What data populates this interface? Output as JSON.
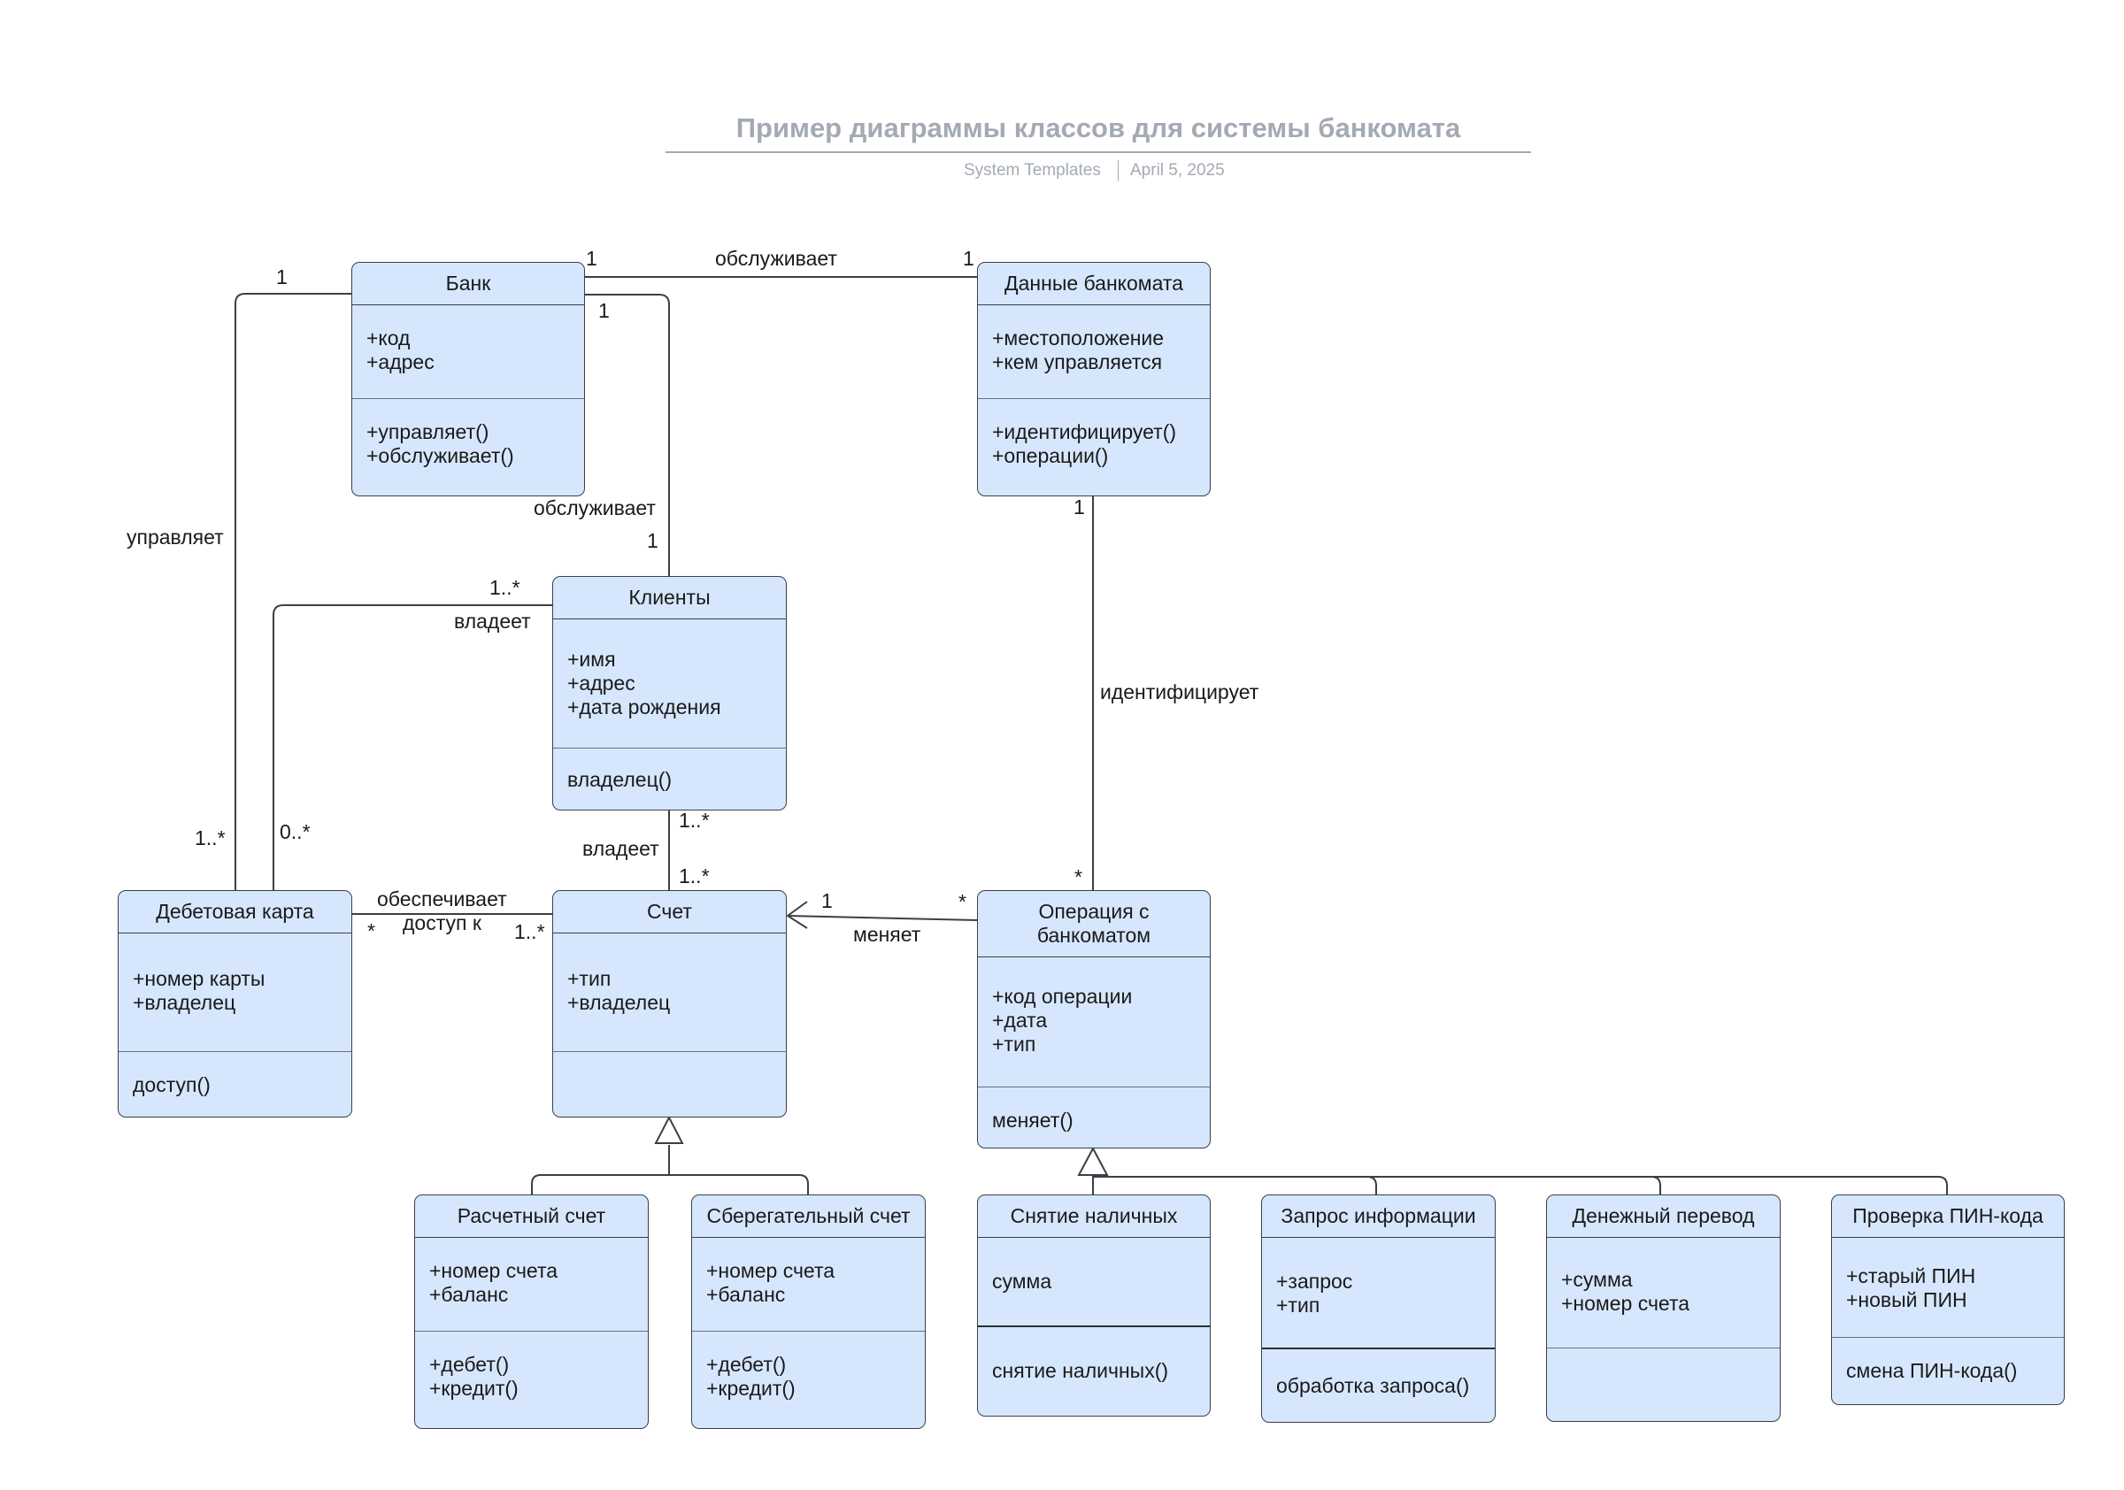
{
  "title": "Пример диаграммы классов для системы банкомата",
  "author": "System Templates",
  "date": "April 5, 2025",
  "classes": {
    "bank": {
      "name": "Банк",
      "attributes": [
        "+код",
        "+адрес"
      ],
      "methods": [
        "+управляет()",
        "+обслуживает()"
      ]
    },
    "atm_data": {
      "name": "Данные банкомата",
      "attributes": [
        "+местоположение",
        "+кем управляется"
      ],
      "methods": [
        "+идентифицирует()",
        "+операции()"
      ]
    },
    "clients": {
      "name": "Клиенты",
      "attributes": [
        "+имя",
        "+адрес",
        "+дата рождения"
      ],
      "methods": [
        "владелец()"
      ]
    },
    "debit_card": {
      "name": "Дебетовая карта",
      "attributes": [
        "+номер карты",
        "+владелец"
      ],
      "methods": [
        "доступ()"
      ]
    },
    "account": {
      "name": "Счет",
      "attributes": [
        "+тип",
        "+владелец"
      ],
      "methods": []
    },
    "atm_operation": {
      "name_lines": [
        "Операция с",
        "банкоматом"
      ],
      "attributes": [
        "+код операции",
        "+дата",
        "+тип"
      ],
      "methods": [
        "меняет()"
      ]
    },
    "current_account": {
      "name": "Расчетный счет",
      "attributes": [
        "+номер счета",
        "+баланс"
      ],
      "methods": [
        "+дебет()",
        "+кредит()"
      ]
    },
    "savings_account": {
      "name": "Сберегательный счет",
      "attributes": [
        "+номер счета",
        "+баланс"
      ],
      "methods": [
        "+дебет()",
        "+кредит()"
      ]
    },
    "cash_withdrawal": {
      "name": "Снятие наличных",
      "attributes": [
        "сумма"
      ],
      "methods": [
        "снятие наличных()"
      ]
    },
    "info_request": {
      "name": "Запрос информации",
      "attributes": [
        "+запрос",
        "+тип"
      ],
      "methods": [
        "обработка запроса()"
      ]
    },
    "money_transfer": {
      "name": "Денежный перевод",
      "attributes": [
        "+сумма",
        "+номер счета"
      ],
      "methods": []
    },
    "pin_check": {
      "name": "Проверка ПИН-кода",
      "attributes": [
        "+старый ПИН",
        "+новый ПИН"
      ],
      "methods": [
        "смена ПИН-кода()"
      ]
    }
  },
  "associations": {
    "bank_atm": {
      "label": "обслуживает",
      "mult_bank": "1",
      "mult_atm": "1"
    },
    "bank_clients": {
      "label": "обслуживает",
      "mult_bank": "1",
      "mult_clients": "1"
    },
    "bank_card": {
      "label": "управляет",
      "mult_bank": "1",
      "mult_card": "1..*"
    },
    "clients_card": {
      "label": "владеет",
      "mult_clients": "1..*",
      "mult_card": "0..*"
    },
    "clients_account": {
      "label": "владеет",
      "mult_clients": "1..*",
      "mult_account": "1..*"
    },
    "card_account": {
      "label_lines": [
        "обеспечивает",
        "доступ к"
      ],
      "mult_card": "*",
      "mult_account": "1..*"
    },
    "operation_account": {
      "label": "меняет",
      "mult_account": "1",
      "mult_operation": "*"
    },
    "atm_operation": {
      "label": "идентифицирует",
      "mult_atm": "1",
      "mult_operation": "*"
    }
  }
}
